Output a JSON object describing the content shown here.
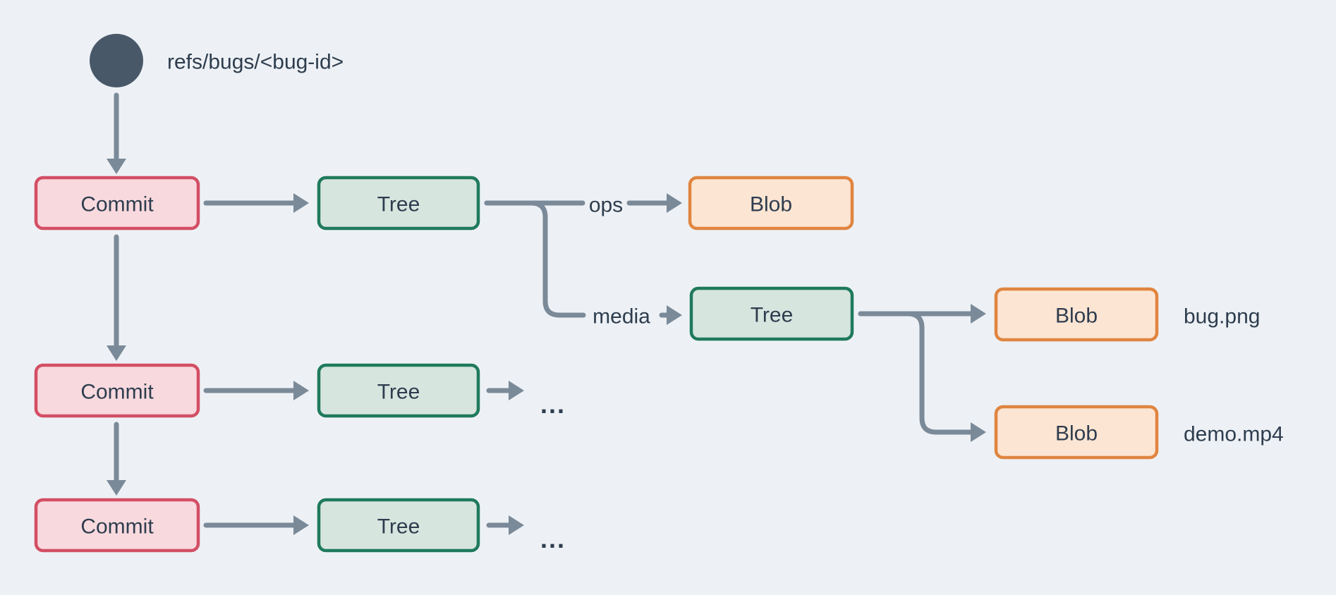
{
  "diagram": {
    "ref_label": "refs/bugs/<bug-id>",
    "nodes": {
      "commit_1": {
        "label": "Commit"
      },
      "commit_2": {
        "label": "Commit"
      },
      "commit_3": {
        "label": "Commit"
      },
      "tree_root_1": {
        "label": "Tree"
      },
      "tree_root_2": {
        "label": "Tree"
      },
      "tree_root_3": {
        "label": "Tree"
      },
      "tree_media": {
        "label": "Tree"
      },
      "blob_ops": {
        "label": "Blob"
      },
      "blob_bug": {
        "label": "Blob"
      },
      "blob_demo": {
        "label": "Blob"
      }
    },
    "edge_labels": {
      "ops": "ops",
      "media": "media"
    },
    "file_labels": {
      "bug": "bug.png",
      "demo": "demo.mp4"
    },
    "ellipsis": "..."
  },
  "colors": {
    "bg": "#edf1f5",
    "line": "#7b8a99",
    "ref_dot": "#495869",
    "text": "#2e3d4e",
    "commit_fill": "#f8d9de",
    "commit_border": "#d34f64",
    "tree_fill": "#d7e5df",
    "tree_border": "#1f7a5c",
    "blob_fill": "#fce5d3",
    "blob_border": "#e08540"
  }
}
